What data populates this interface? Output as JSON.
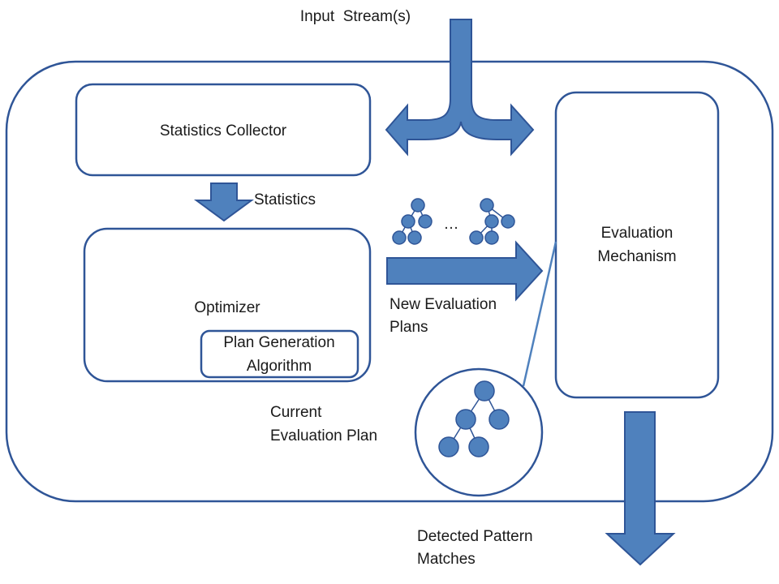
{
  "input_label": "Input  Stream(s)",
  "statistics_collector_label": "Statistics Collector",
  "statistics_label": "Statistics",
  "optimizer_label": "Optimizer",
  "plan_generation": {
    "line1": "Plan Generation",
    "line2": "Algorithm"
  },
  "ellipsis": "…",
  "new_plans": {
    "line1": "New Evaluation",
    "line2": "Plans"
  },
  "evaluation_mechanism": {
    "line1": "Evaluation",
    "line2": "Mechanism"
  },
  "current_plan": {
    "line1": "Current",
    "line2": "Evaluation Plan"
  },
  "detected_matches": {
    "line1": "Detected Pattern",
    "line2": "Matches"
  },
  "colors": {
    "stroke": "#2f5597",
    "fill": "#4f81bd"
  }
}
